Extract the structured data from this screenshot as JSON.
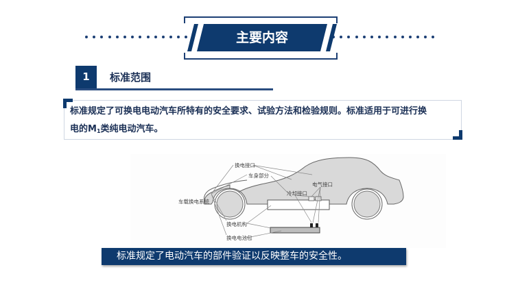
{
  "header": {
    "title": "主要内容"
  },
  "section": {
    "number": "1",
    "title": "标准范围"
  },
  "summary": {
    "line1": "标准规定了可换电电动汽车所特有的安全要求、试验方法和检验规则。标准适用于可进行换",
    "line2_prefix": "电的M",
    "line2_sub": "1",
    "line2_suffix": "类纯电动汽车。"
  },
  "figure": {
    "labels": {
      "swap_interface": "换电接口",
      "body_part": "车身部分",
      "electrical_interface": "电气接口",
      "cooling_interface": "冷却接口",
      "onboard_swap_system": "车载换电系统",
      "swap_mechanism": "换电机构",
      "swap_battery_pack": "换电电池包"
    }
  },
  "caption": {
    "text": "标准规定了电动汽车的部件验证以反映整车的安全性。"
  },
  "colors": {
    "primary": "#0e3a6e",
    "text_dark": "#1a2f55",
    "car_fill": "#d9d9d9",
    "frame_border": "#cfd6e2"
  }
}
